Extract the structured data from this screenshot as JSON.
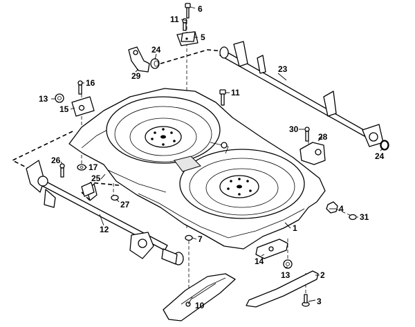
{
  "callouts": [
    {
      "id": "c1",
      "text": "1"
    },
    {
      "id": "c2",
      "text": "2"
    },
    {
      "id": "c3",
      "text": "3"
    },
    {
      "id": "c4",
      "text": "4"
    },
    {
      "id": "c5",
      "text": "5"
    },
    {
      "id": "c6",
      "text": "6"
    },
    {
      "id": "c7",
      "text": "7"
    },
    {
      "id": "c10",
      "text": "10"
    },
    {
      "id": "c11a",
      "text": "11"
    },
    {
      "id": "c11b",
      "text": "11"
    },
    {
      "id": "c12",
      "text": "12"
    },
    {
      "id": "c13a",
      "text": "13"
    },
    {
      "id": "c13b",
      "text": "13"
    },
    {
      "id": "c14",
      "text": "14"
    },
    {
      "id": "c15",
      "text": "15"
    },
    {
      "id": "c16",
      "text": "16"
    },
    {
      "id": "c17",
      "text": "17"
    },
    {
      "id": "c23",
      "text": "23"
    },
    {
      "id": "c24a",
      "text": "24"
    },
    {
      "id": "c24b",
      "text": "24"
    },
    {
      "id": "c25",
      "text": "25"
    },
    {
      "id": "c26",
      "text": "26"
    },
    {
      "id": "c27",
      "text": "27"
    },
    {
      "id": "c28",
      "text": "28"
    },
    {
      "id": "c29",
      "text": "29"
    },
    {
      "id": "c30",
      "text": "30"
    },
    {
      "id": "c31",
      "text": "31"
    }
  ]
}
